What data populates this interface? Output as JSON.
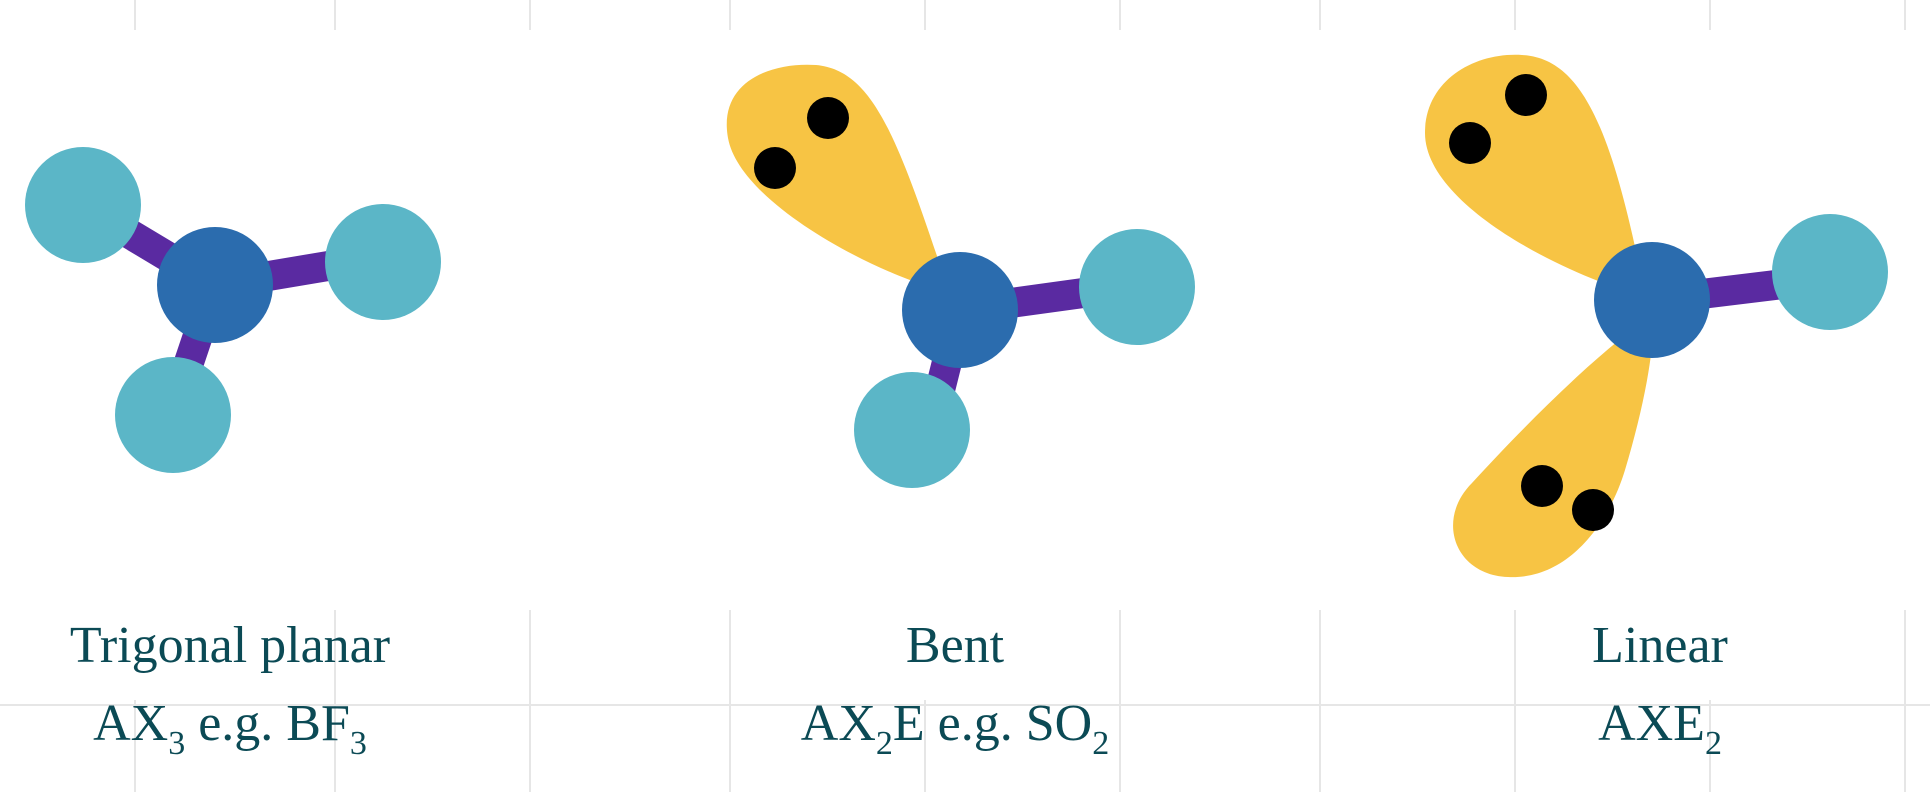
{
  "colors": {
    "terminal_atom": "#5bb6c7",
    "central_atom": "#2b6cae",
    "bond": "#5a2aa1",
    "lone_pair_lobe": "#f7c444",
    "electron": "#000000",
    "caption_text": "#0b4a55"
  },
  "molecules": [
    {
      "name": "Trigonal planar",
      "formula": {
        "main": "AX",
        "sub1": "3",
        "mid": "",
        "example_prefix": " e.g. BF",
        "sub2": "3"
      },
      "lone_pairs": 0,
      "bonded_atoms": 3
    },
    {
      "name": "Bent",
      "formula": {
        "main": "AX",
        "sub1": "2",
        "mid": "E",
        "example_prefix": " e.g. SO",
        "sub2": "2"
      },
      "lone_pairs": 1,
      "bonded_atoms": 2
    },
    {
      "name": "Linear",
      "formula": {
        "main": "AXE",
        "sub1": "2",
        "mid": "",
        "example_prefix": "",
        "sub2": ""
      },
      "lone_pairs": 2,
      "bonded_atoms": 1
    }
  ]
}
